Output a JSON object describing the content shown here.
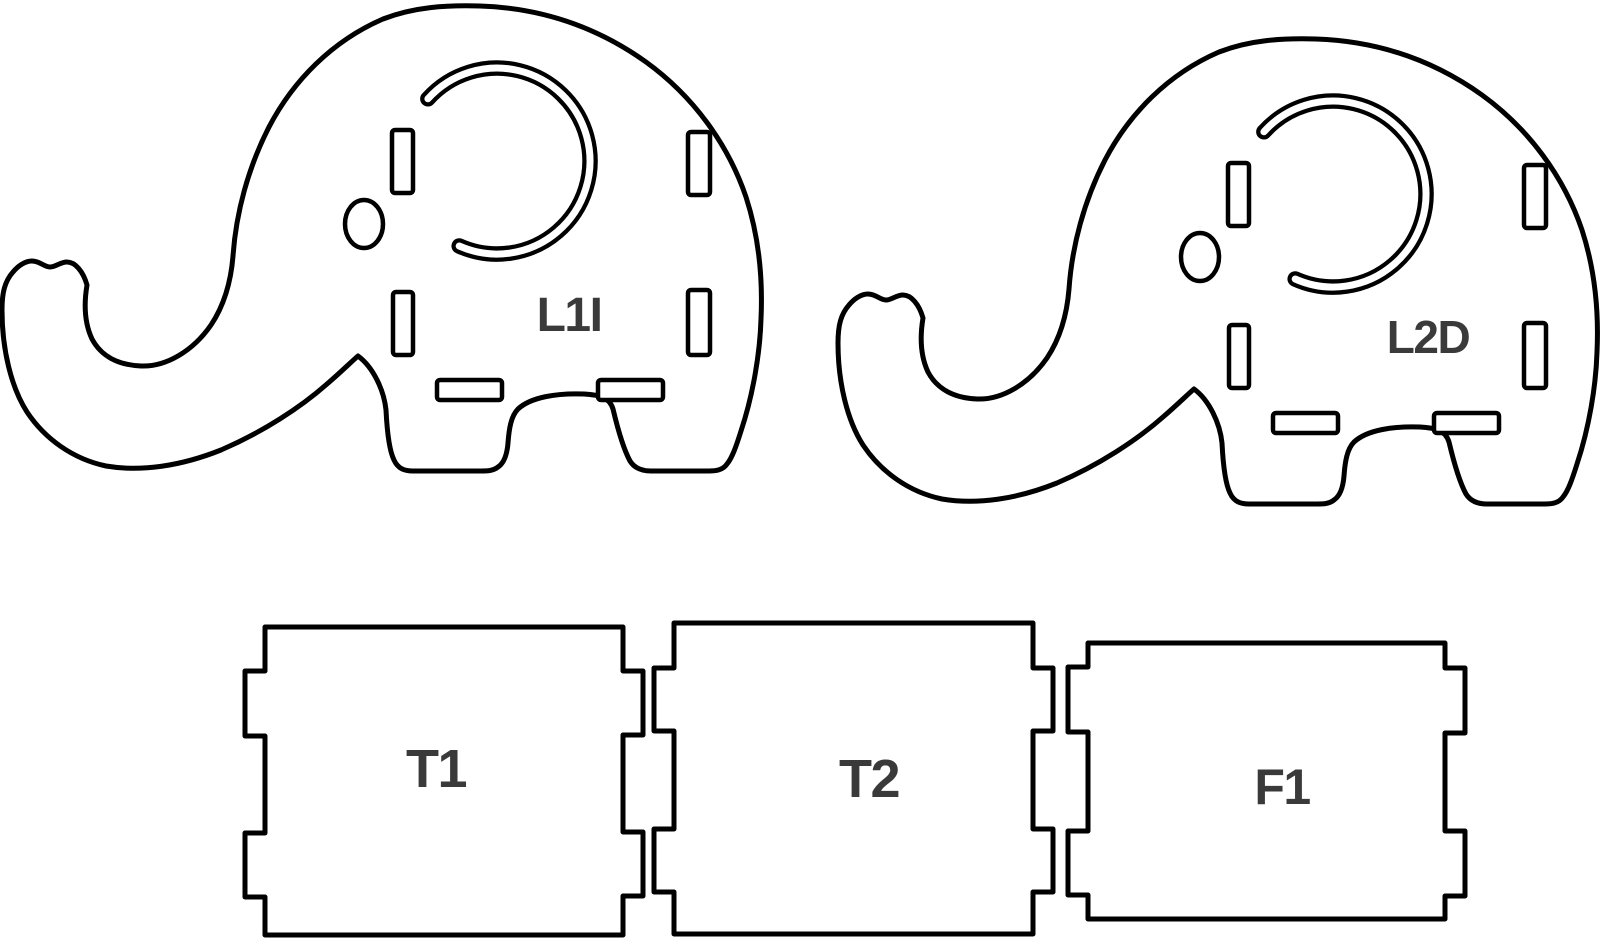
{
  "canvas": {
    "background": "#ffffff",
    "outline_color": "#000000",
    "label_color": "#3a3a3a"
  },
  "pieces": {
    "left_side_panel": {
      "label": "L1I"
    },
    "right_side_panel": {
      "label": "L2D"
    },
    "plate_t1": {
      "label": "T1"
    },
    "plate_t2": {
      "label": "T2"
    },
    "plate_f1": {
      "label": "F1"
    }
  }
}
